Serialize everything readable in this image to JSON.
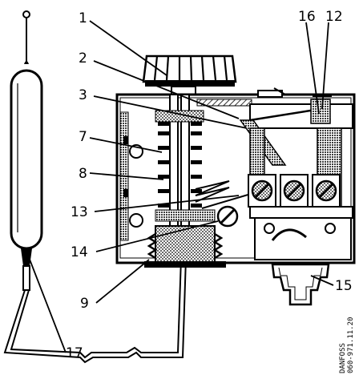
{
  "callouts": [
    {
      "id": "1",
      "text": "1"
    },
    {
      "id": "2",
      "text": "2"
    },
    {
      "id": "3",
      "text": "3"
    },
    {
      "id": "7",
      "text": "7"
    },
    {
      "id": "8",
      "text": "8"
    },
    {
      "id": "13",
      "text": "13"
    },
    {
      "id": "14",
      "text": "14"
    },
    {
      "id": "9",
      "text": "9"
    },
    {
      "id": "17",
      "text": "17"
    },
    {
      "id": "16",
      "text": "16"
    },
    {
      "id": "12",
      "text": "12"
    },
    {
      "id": "15",
      "text": "15"
    }
  ],
  "credit": {
    "line1": "DANFOSS",
    "line2": "060-971.11.20"
  }
}
